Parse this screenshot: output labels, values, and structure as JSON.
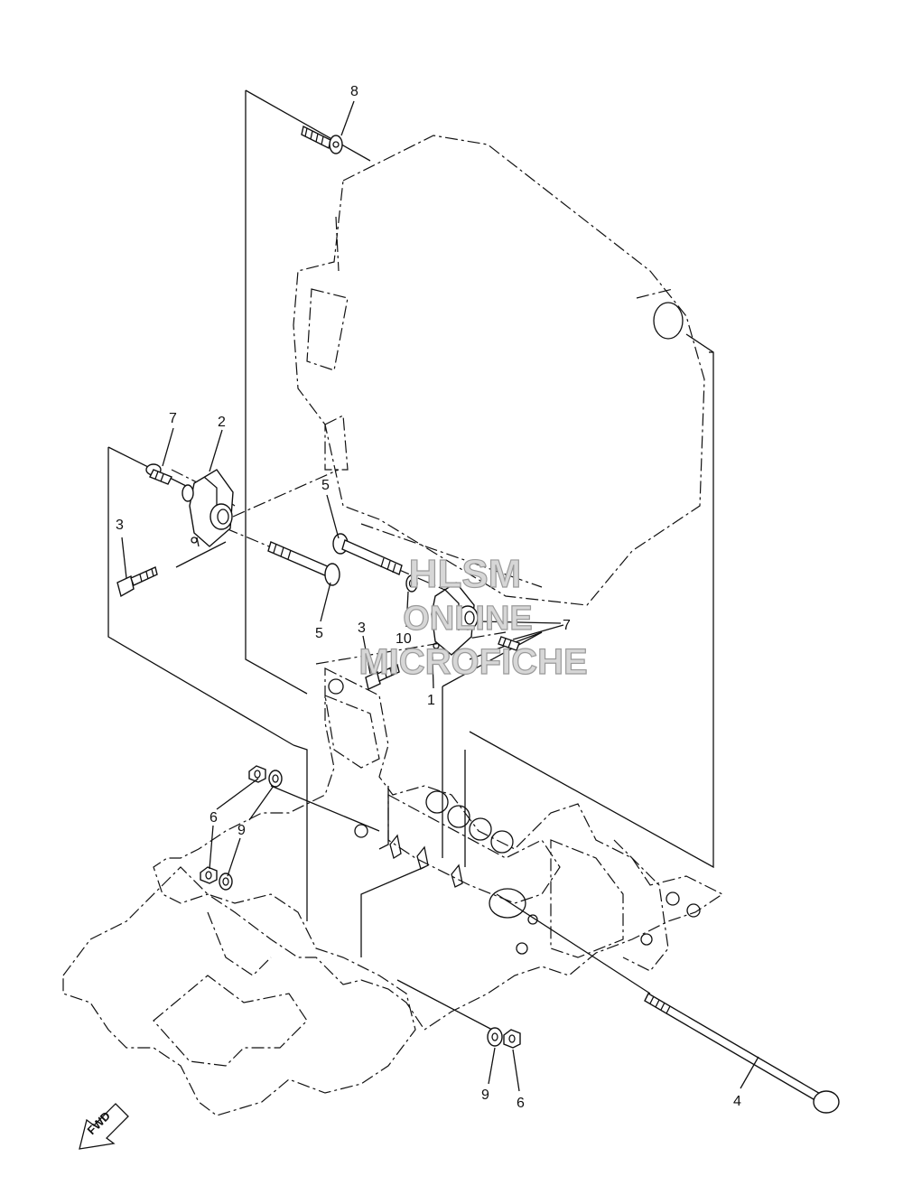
{
  "callouts": {
    "c8": "8",
    "c7a": "7",
    "c2": "2",
    "c3a": "3",
    "c5a": "5",
    "c5b": "5",
    "c3b": "3",
    "c10": "10",
    "c1": "1",
    "c7b": "7",
    "c6a": "6",
    "c9a": "9",
    "c9b": "9",
    "c6b": "6",
    "c4": "4"
  },
  "watermark": {
    "line1": "HLSM",
    "line2": "ONLINE",
    "line3": "MICROFICHE"
  },
  "badge": {
    "fwd": "FWD"
  }
}
